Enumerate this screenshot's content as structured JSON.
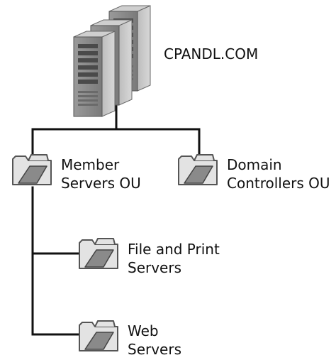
{
  "root": {
    "label": "CPANDL.COM"
  },
  "ous": [
    {
      "line1": "Member",
      "line2": "Servers OU"
    },
    {
      "line1": "Domain",
      "line2": "Controllers OU"
    }
  ],
  "child_ous": [
    {
      "line1": "File and Print",
      "line2": "Servers"
    },
    {
      "line1": "Web",
      "line2": "Servers"
    }
  ],
  "colors": {
    "line": "#111111",
    "server_dark": "#5a5a5a",
    "server_mid": "#8c8c8c",
    "server_light": "#c2c2c2",
    "folder_fill": "#d9d9d9",
    "folder_stroke": "#555555"
  },
  "icons": {
    "root": "server-stack-icon",
    "ou": "ou-folder-icon"
  }
}
